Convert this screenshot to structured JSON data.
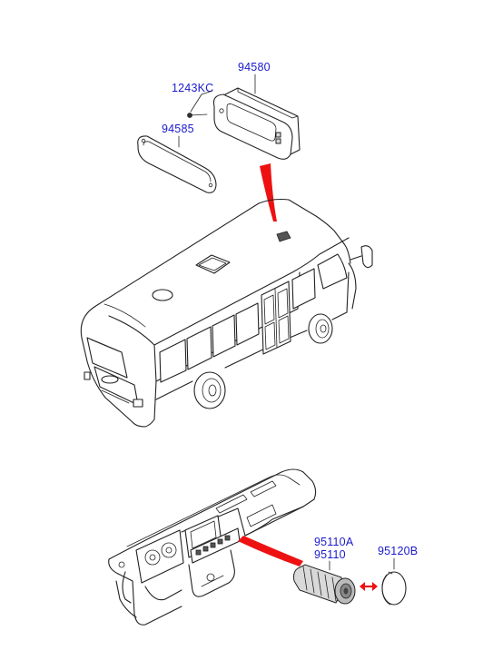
{
  "labels": {
    "high_mount_lamp": "94580",
    "screw": "1243KC",
    "lens": "94585",
    "lighter_assembly": "95110A",
    "lighter": "95110",
    "lighter_plug": "95120B"
  },
  "colors": {
    "label_text": "#1a1acc",
    "pointer_arrow": "#ee1111",
    "line_art": "#222222"
  }
}
